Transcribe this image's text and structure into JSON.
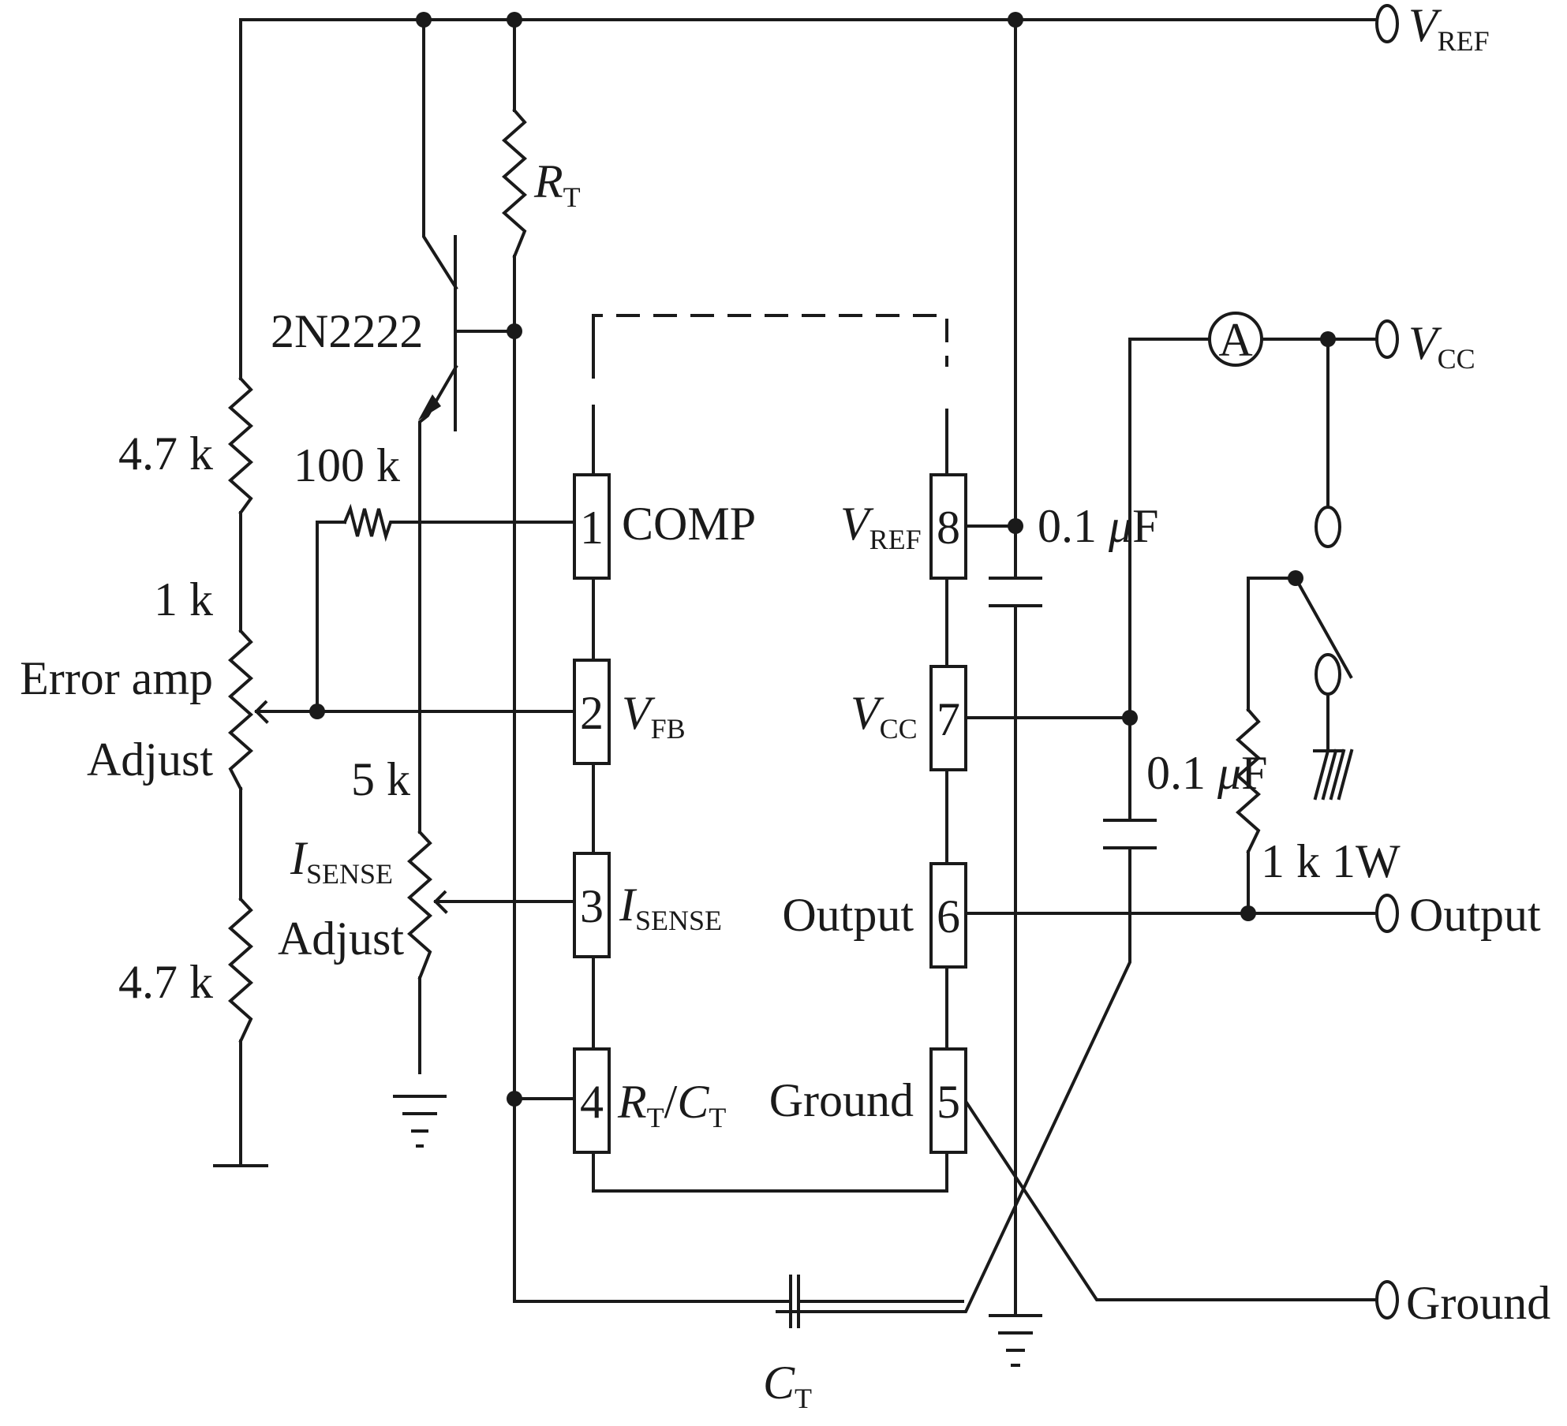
{
  "ic": {
    "pins": {
      "p1": {
        "num": "1",
        "name": "COMP"
      },
      "p2": {
        "num": "2",
        "name": "V",
        "name_sub": "FB"
      },
      "p3": {
        "num": "3",
        "name": "I",
        "name_sub": "SENSE"
      },
      "p4": {
        "num": "4",
        "name_a": "R",
        "name_a_sub": "T",
        "name_mid": "/",
        "name_b": "C",
        "name_b_sub": "T"
      },
      "p5": {
        "num": "5",
        "name": "Ground"
      },
      "p6": {
        "num": "6",
        "name": "Output"
      },
      "p7": {
        "num": "7",
        "name": "V",
        "name_sub": "CC"
      },
      "p8": {
        "num": "8",
        "name": "V",
        "name_sub": "REF"
      }
    }
  },
  "components": {
    "transistor": "2N2222",
    "rt": {
      "main": "R",
      "sub": "T"
    },
    "r_4k7_top": "4.7 k",
    "r_4k7_bottom": "4.7 k",
    "r_100k": "100 k",
    "pot_1k": {
      "value": "1 k",
      "line1": "Error amp",
      "line2": "Adjust"
    },
    "pot_5k": {
      "value": "5 k",
      "label_main": "I",
      "label_sub": "SENSE",
      "line2": "Adjust"
    },
    "c_vref": {
      "prefix": "0.1 ",
      "mu": "μ",
      "unit": "F"
    },
    "c_vcc": {
      "prefix": "0.1 ",
      "mu": "μ",
      "unit": "F"
    },
    "ct": {
      "main": "C",
      "sub": "T"
    },
    "r_load": "1 k 1W",
    "ammeter": "A"
  },
  "terminals": {
    "vref": {
      "main": "V",
      "sub": "REF"
    },
    "vcc": {
      "main": "V",
      "sub": "CC"
    },
    "output": "Output",
    "ground": "Ground"
  }
}
